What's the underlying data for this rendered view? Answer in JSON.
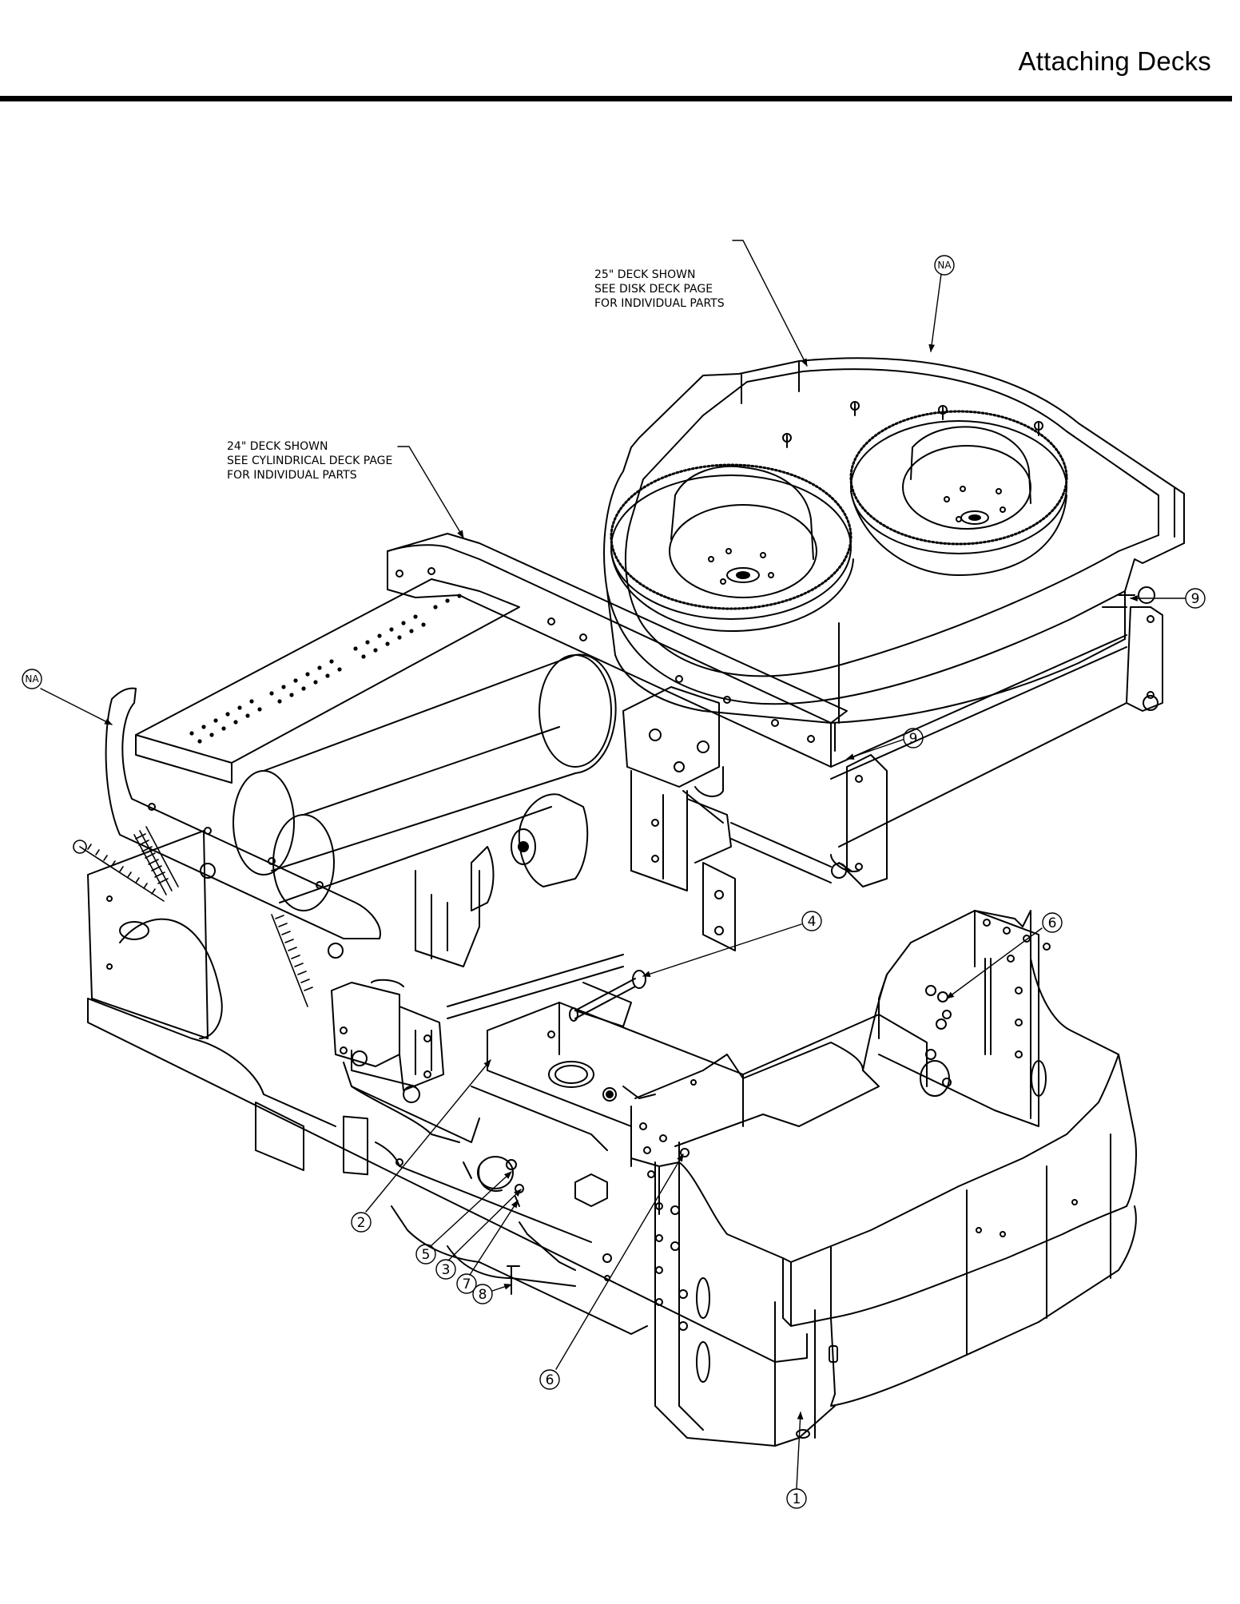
{
  "header": {
    "title": "Attaching Decks"
  },
  "notes": {
    "disk_deck": [
      "25\" DECK SHOWN",
      "SEE DISK DECK PAGE",
      "FOR INDIVIDUAL PARTS"
    ],
    "cylindrical_deck": [
      "24\" DECK SHOWN",
      "SEE CYLINDRICAL DECK PAGE",
      "FOR INDIVIDUAL PARTS"
    ]
  },
  "callouts": {
    "na_top": "NA",
    "na_left": "NA",
    "nine_upper": "9",
    "nine_lower": "9",
    "four": "4",
    "six_right": "6",
    "two": "2",
    "five": "5",
    "three": "3",
    "seven": "7",
    "eight": "8",
    "six_bottom": "6",
    "one": "1"
  }
}
